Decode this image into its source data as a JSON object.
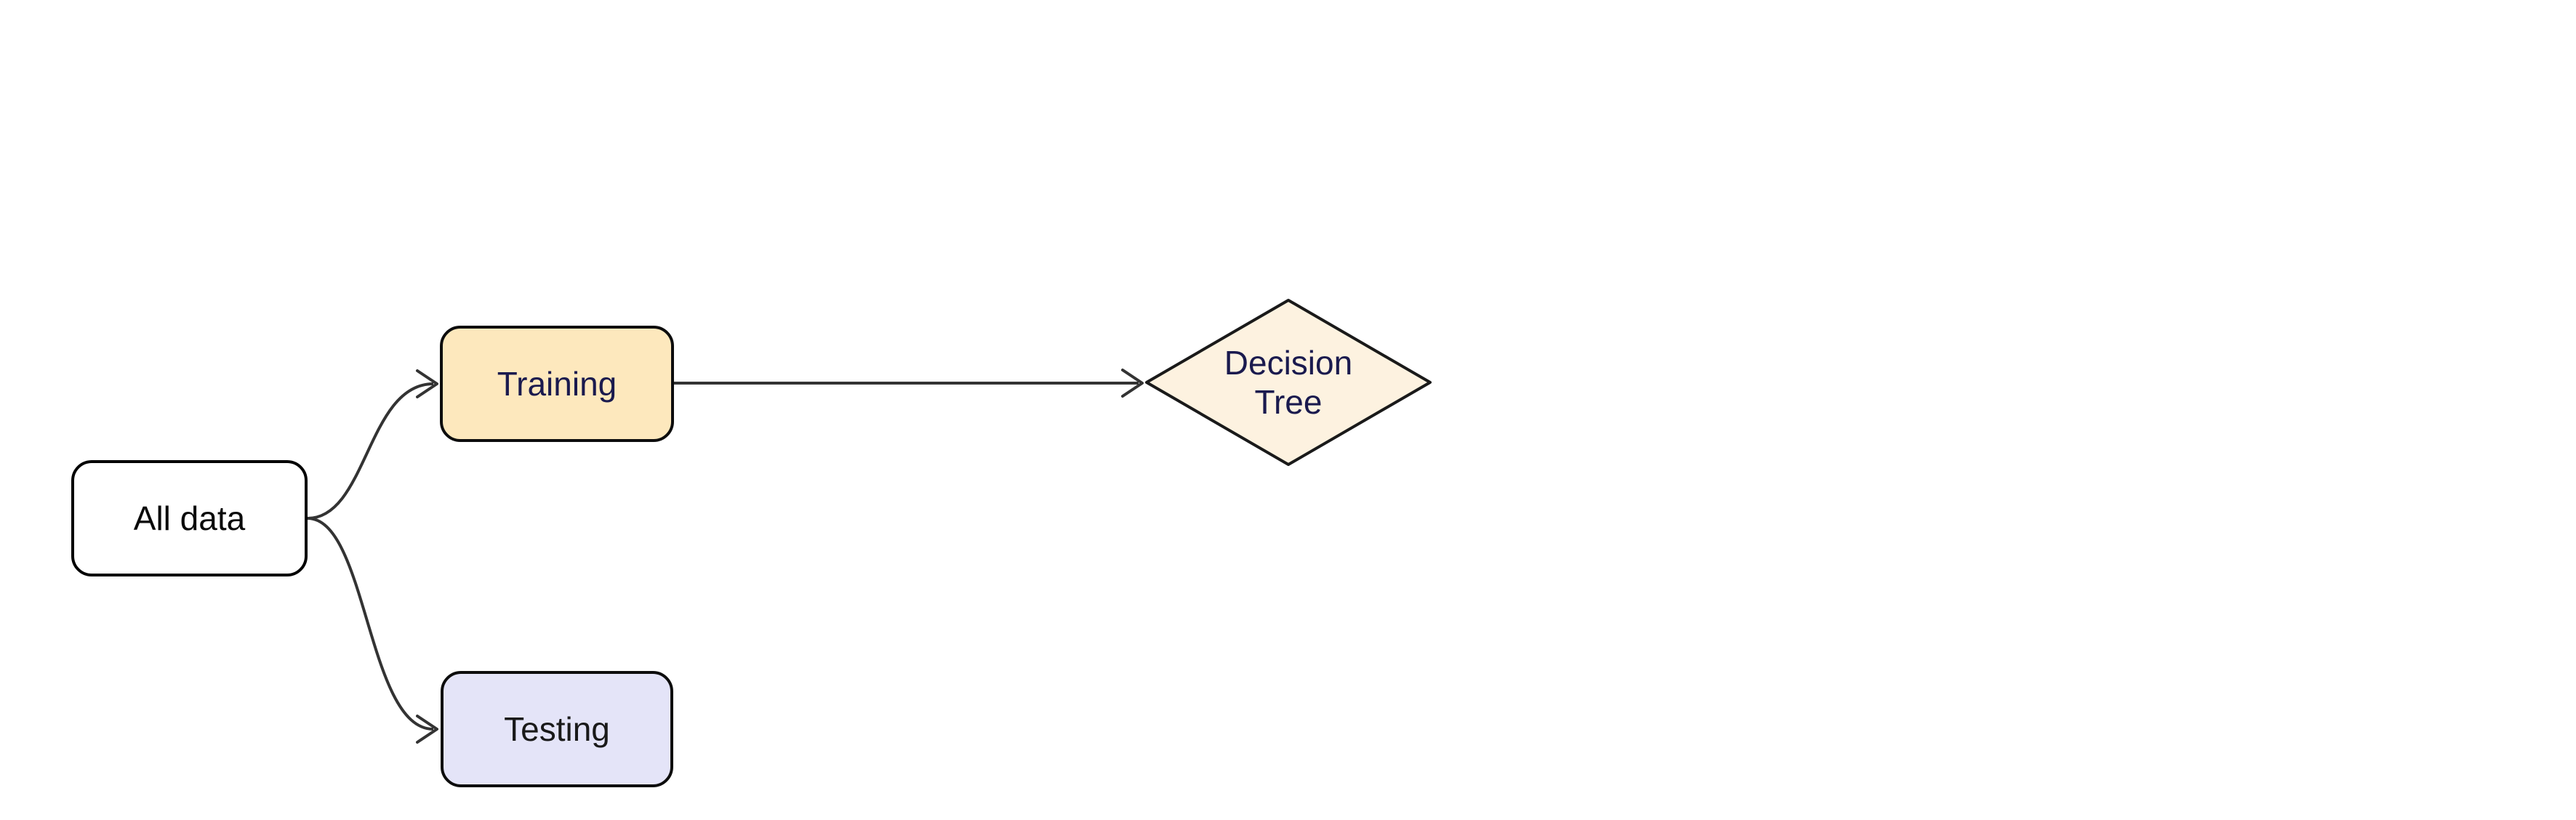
{
  "diagram": {
    "type": "flowchart",
    "direction": "left-to-right",
    "background_color": "#ffffff",
    "edge_color": "#333333",
    "nodes": [
      {
        "id": "all_data",
        "label": "All data",
        "shape": "rounded-rect",
        "fill": "#ffffff",
        "border": "#000000",
        "text_color": "#0a0a0a"
      },
      {
        "id": "training",
        "label": "Training",
        "shape": "rounded-rect",
        "fill": "#fde8bd",
        "border": "#0d0d0d",
        "text_color": "#1a1a4e"
      },
      {
        "id": "testing",
        "label": "Testing",
        "shape": "rounded-rect",
        "fill": "#e4e4f8",
        "border": "#0d0d0d",
        "text_color": "#1a1a1a"
      },
      {
        "id": "decision_tree",
        "label": "Decision Tree",
        "label_lines": [
          "Decision",
          "Tree"
        ],
        "shape": "diamond",
        "fill": "#fdf2e0",
        "border": "#1a1a1a",
        "text_color": "#1a1a4e"
      }
    ],
    "edges": [
      {
        "from": "all_data",
        "to": "training",
        "style": "curved",
        "arrowhead": "open-chevron"
      },
      {
        "from": "all_data",
        "to": "testing",
        "style": "curved",
        "arrowhead": "open-chevron"
      },
      {
        "from": "training",
        "to": "decision_tree",
        "style": "straight",
        "arrowhead": "open-chevron"
      }
    ]
  }
}
